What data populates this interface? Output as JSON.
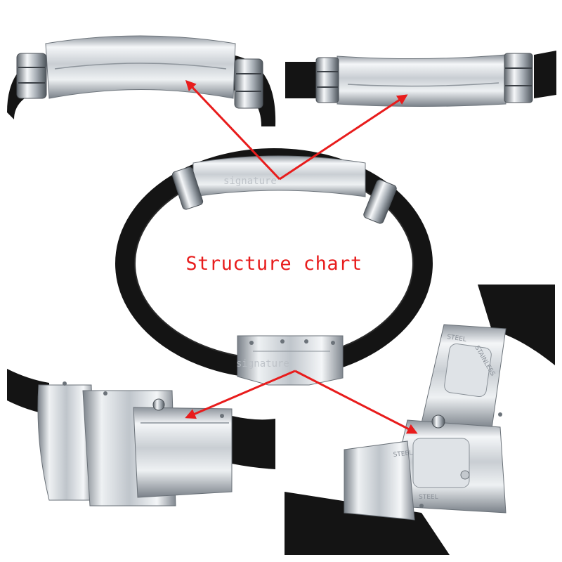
{
  "diagram": {
    "title": "Structure chart",
    "watermark": "signature",
    "stamps": [
      "STEEL",
      "STAINLESS",
      "STEEL",
      "STEEL"
    ]
  },
  "colors": {
    "arrow": "#e81c1c",
    "band": "#141414",
    "steel_light": "#f2f4f6",
    "steel_dark": "#7c838b",
    "background": "#ffffff"
  }
}
